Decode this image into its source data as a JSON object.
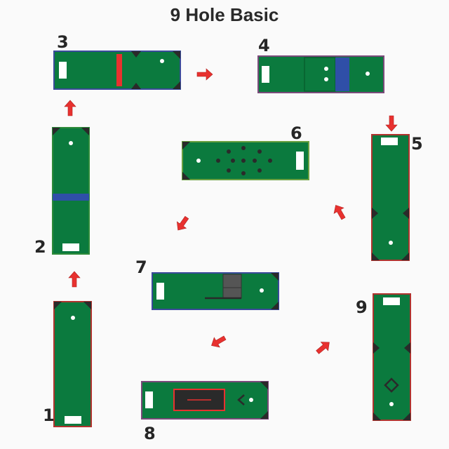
{
  "title": "9 Hole Basic",
  "holes": [
    {
      "number": "1",
      "border": "#b0332e"
    },
    {
      "number": "2",
      "border": "#2e8b3a"
    },
    {
      "number": "3",
      "border": "#3a4a9a"
    },
    {
      "number": "4",
      "border": "#7a4a7a"
    },
    {
      "number": "5",
      "border": "#b0332e"
    },
    {
      "number": "6",
      "border": "#6aa040"
    },
    {
      "number": "7",
      "border": "#3a4a9a"
    },
    {
      "number": "8",
      "border": "#7a4a7a"
    },
    {
      "number": "9",
      "border": "#b0332e"
    }
  ],
  "colors": {
    "green": "#0b7a3e",
    "arrow": "#e8312f",
    "bumper": "#e8312f",
    "water": "#2f4fa8",
    "gray": "#555555",
    "hazard": "#2a2a2a",
    "hole_cup": "#ffffff",
    "tee": "#ffffff"
  }
}
